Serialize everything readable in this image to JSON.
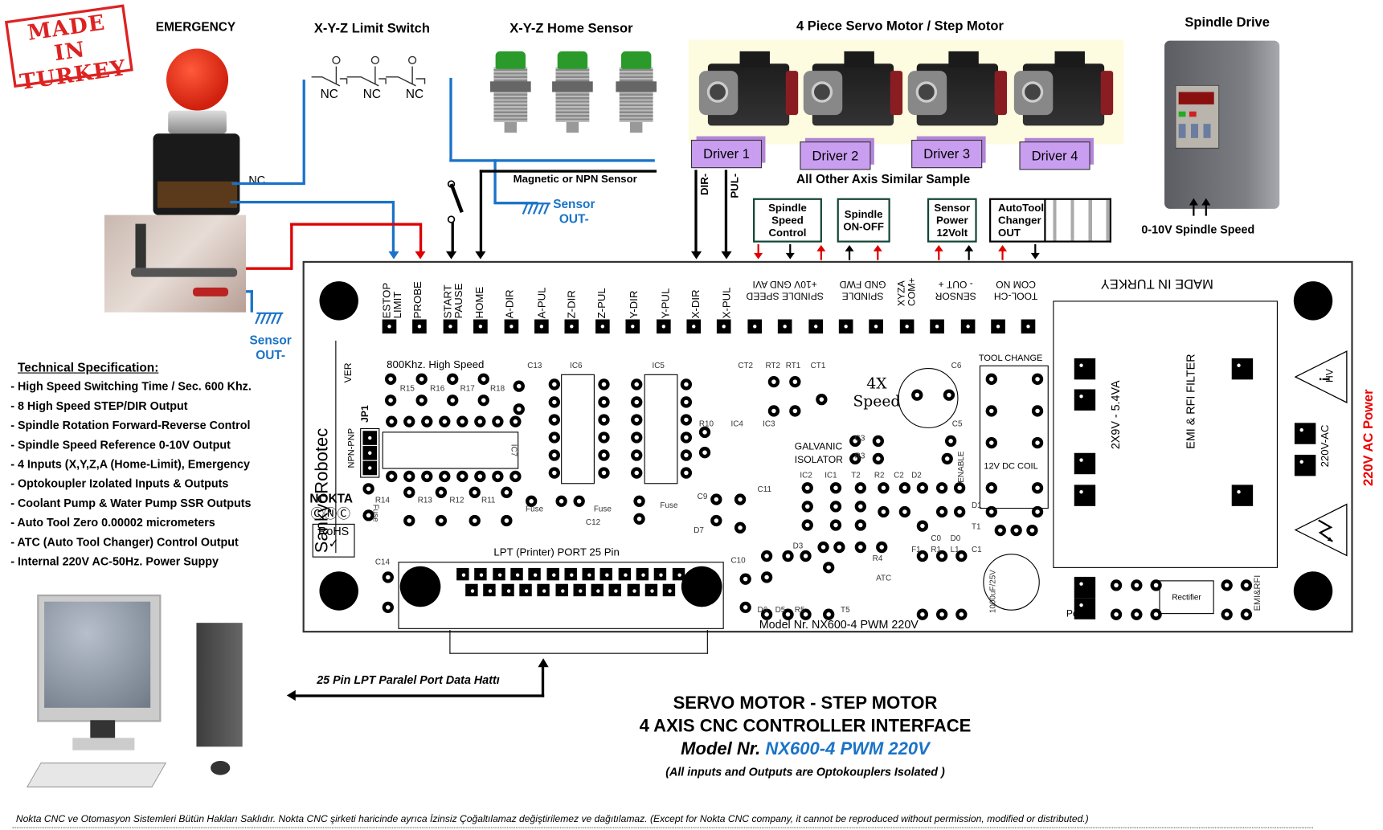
{
  "stamp": {
    "line1": "MADE IN",
    "line2": "TURKEY"
  },
  "headings": {
    "emergency": "EMERGENCY",
    "limit_switch": "X-Y-Z Limit Switch",
    "home_sensor": "X-Y-Z Home Sensor",
    "servo": "4 Piece Servo Motor / Step Motor",
    "spindle_drive": "Spindle Drive",
    "all_other_axis": "All Other Axis Similar Sample",
    "spindle_speed_signal": "0-10V Spindle Speed"
  },
  "limit_switches": {
    "labels": [
      "NC",
      "NC",
      "NC"
    ]
  },
  "emergency_nc": "NC",
  "home_sensor_note": "Magnetic or NPN Sensor",
  "sensor_out_top": {
    "line1": "Sensor",
    "line2": "OUT-"
  },
  "sensor_out_left": {
    "line1": "Sensor",
    "line2": "OUT-"
  },
  "drivers": [
    "Driver  1",
    "Driver  2",
    "Driver  3",
    "Driver  4"
  ],
  "driver_signals": {
    "dir": "DIR-",
    "pul": "PUL-"
  },
  "function_boxes": [
    {
      "label": "Spindle Speed Control"
    },
    {
      "label": "Spindle ON-OFF"
    },
    {
      "label": "Sensor Power 12Volt"
    },
    {
      "label": "AutoTool Changer OUT"
    }
  ],
  "pin_labels": [
    "ESTOP\nLIMIT",
    "PROBE",
    "START\nPAUSE",
    "HOME",
    "A-DIR",
    "A-PUL",
    "Z-DIR",
    "Z-PUL",
    "Y-DIR",
    "Y-PUL",
    "X-DIR",
    "X-PUL"
  ],
  "pin_labels_inverted": [
    {
      "top": "SPINDLE SPEED",
      "bottom": "+10V GND AVI"
    },
    {
      "top": "SPINDLE",
      "bottom": "GND FWD"
    },
    {
      "top": "XYZA",
      "bottom": "COM+"
    },
    {
      "top": "SENSOR",
      "bottom": "- OUT +"
    },
    {
      "top": "TOOL-CH",
      "bottom": "COM NO"
    }
  ],
  "board": {
    "made_in": "MADE IN TURKEY",
    "brand": "SankyoRobotec",
    "ver": "VER",
    "jp1": "JP1",
    "npn_pnp": "NPN-PNP",
    "nokta": "NOKTA",
    "nokta_marks": "ⒸⓃⒸ",
    "rohs": "RoHS",
    "high_speed": "800Khz. High Speed",
    "speed_4x": {
      "line1": "4X",
      "line2": "Speed"
    },
    "galvanic": {
      "line1": "GALVANIC",
      "line2": "ISOLATOR"
    },
    "tool_change": "TOOL CHANGE",
    "coil": "12V DC COIL",
    "transformer": "2X9V - 5.4VA",
    "emi_filter": "EMI & RFI FILTER",
    "ac_label": "220V-AC",
    "hv": "HV",
    "lpt": "LPT (Printer) PORT 25 Pin",
    "model": "Model Nr. NX600-4 PWM 220V",
    "power": "Power",
    "rectifier": "Rectifier",
    "emi_rfi": "EMI&RFI",
    "cap_1000": "1000uF/25V",
    "atc": "ATC",
    "enable": "ENABLE",
    "fuse": "Fuse",
    "components": [
      "C13",
      "IC6",
      "IC5",
      "CT2",
      "RT2",
      "RT1",
      "CT1",
      "C6",
      "R10",
      "IC4",
      "IC3",
      "C3",
      "R3",
      "C5",
      "IC2",
      "IC1",
      "T2",
      "R2",
      "C2",
      "D2",
      "R15",
      "R16",
      "R17",
      "R18",
      "IC7",
      "R14",
      "R13",
      "R12",
      "R11",
      "C12",
      "C9",
      "D7",
      "C11",
      "C10",
      "D3",
      "R4",
      "D6",
      "D5",
      "R5",
      "T5",
      "F1",
      "R1",
      "L1",
      "C0",
      "D0",
      "D1",
      "T1",
      "C1",
      "C14"
    ]
  },
  "ac_power": "220V AC Power",
  "tech_spec": {
    "title": "Technical Specification:",
    "items": [
      "- High Speed Switching Time / Sec. 600 Khz.",
      "- 8 High Speed STEP/DIR Output",
      "- Spindle Rotation Forward-Reverse Control",
      "- Spindle Speed Reference 0-10V Output",
      "- 4 Inputs (X,Y,Z,A (Home-Limit), Emergency",
      "- Optokoupler Izolated Inputs & Outputs",
      "- Coolant Pump & Water Pump SSR Outputs",
      "- Auto Tool Zero 0.00002 micrometers",
      "- ATC (Auto Tool Changer) Control Output",
      "- Internal 220V AC-50Hz. Power Suppy"
    ]
  },
  "lpt_cable": "25 Pin LPT Paralel Port Data Hattı",
  "product": {
    "line1": "SERVO MOTOR - STEP MOTOR",
    "line2": "4 AXIS CNC CONTROLLER INTERFACE",
    "model_prefix": "Model Nr. ",
    "model": "NX600-4 PWM 220V",
    "note": "(All inputs and Outputs are Optokouplers Isolated )"
  },
  "footer": "Nokta CNC ve Otomasyon Sistemleri Bütün Hakları Saklıdır. Nokta CNC şirketi haricinde ayrıca İzinsiz Çoğaltılamaz değiştirilemez ve dağıtılamaz.  (Except for Nokta CNC company, it cannot be reproduced without permission, modified or distributed.)",
  "colors": {
    "wire_blue": "#1a73c8",
    "wire_red": "#d00000",
    "driver_purple": "#c99ef0",
    "model_blue": "#1a73c8",
    "ac_red": "#e00000",
    "motor_bg": "#fdfbe0"
  }
}
